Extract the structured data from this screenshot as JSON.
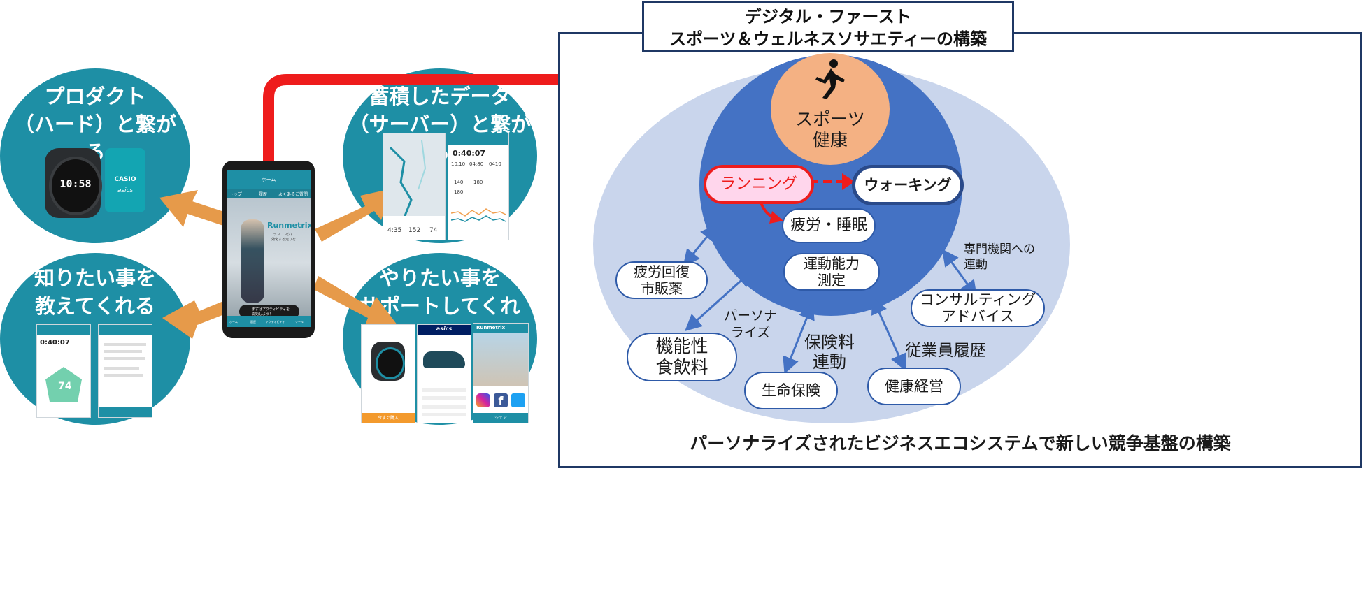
{
  "header": {
    "line1": "デジタル・ファースト",
    "line2": "スポーツ＆ウェルネスソサエティーの構築"
  },
  "circles": {
    "product": "プロダクト\n（ハード）と繋がる",
    "server": "蓄積したデータ\n（サーバー）と繋がる",
    "know": "知りたい事を\n教えてくれる",
    "support": "やりたい事を\nサポートしてくれる"
  },
  "watch": {
    "time": "10:58",
    "brand": "CASIO",
    "maker": "asics"
  },
  "app": {
    "header": "ホーム",
    "tabs": [
      "トップ",
      "履歴",
      "よくあるご質問"
    ],
    "logo": "Runmetrix",
    "tagline": "ランニングに\n効化する走りを",
    "cta": "まずはアクティビティを\n開始しよう！",
    "nav": [
      "ホーム",
      "履歴",
      "アクティビティ",
      "ツール"
    ]
  },
  "server_screens": {
    "stats": [
      "4:35",
      "152",
      "74"
    ],
    "time": "0:40:07",
    "values": [
      "10.10",
      "04:80",
      "0410"
    ],
    "metrics": [
      "140",
      "180",
      "180"
    ]
  },
  "know_screens": {
    "time": "0:40:07",
    "score": "74"
  },
  "support_screens": {
    "brand": "asics",
    "logo": "Runmetrix",
    "cta": "今すぐ購入",
    "share": "シェア"
  },
  "ecosystem": {
    "center": "スポーツ\n健康",
    "running": "ランニング",
    "walking": "ウォーキング",
    "fatigue": "疲労・睡眠",
    "ability": "運動能力\n測定",
    "drug": "疲労回復\n市販薬",
    "food": "機能性\n食飲料",
    "personalize": "パーソナ\nライズ",
    "insurance_link": "保険料\n連動",
    "life_insurance": "生命保険",
    "employee": "従業員履歴",
    "health_mgmt": "健康経営",
    "expert": "専門機関への\n連動",
    "consulting": "コンサルティング\nアドバイス"
  },
  "footer": "パーソナライズされたビジネスエコシステムで新しい競争基盤の構築",
  "colors": {
    "teal": "#1e8fa5",
    "orange_arrow": "#e69a4a",
    "red": "#ee1c1c",
    "navy": "#1f3864",
    "blue_inner": "#4472c4",
    "blue_outer": "#c9d5ec",
    "sport_circle": "#f4b183",
    "running_fill": "#ffd6ec"
  }
}
